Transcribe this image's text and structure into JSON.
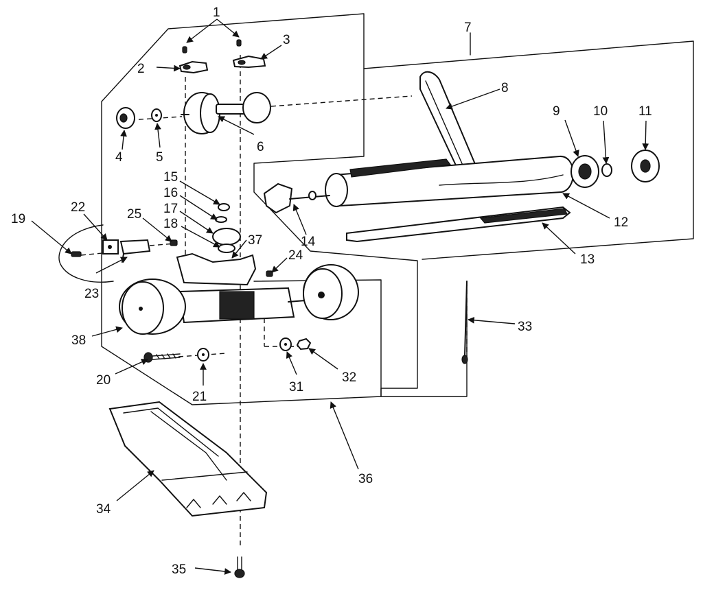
{
  "diagram": {
    "part_labels": [
      "1",
      "2",
      "3",
      "4",
      "5",
      "6",
      "7",
      "8",
      "9",
      "10",
      "11",
      "12",
      "13",
      "14",
      "15",
      "16",
      "17",
      "18",
      "19",
      "20",
      "21",
      "22",
      "23",
      "24",
      "25",
      "31",
      "32",
      "33",
      "34",
      "35",
      "36",
      "37",
      "38"
    ]
  }
}
